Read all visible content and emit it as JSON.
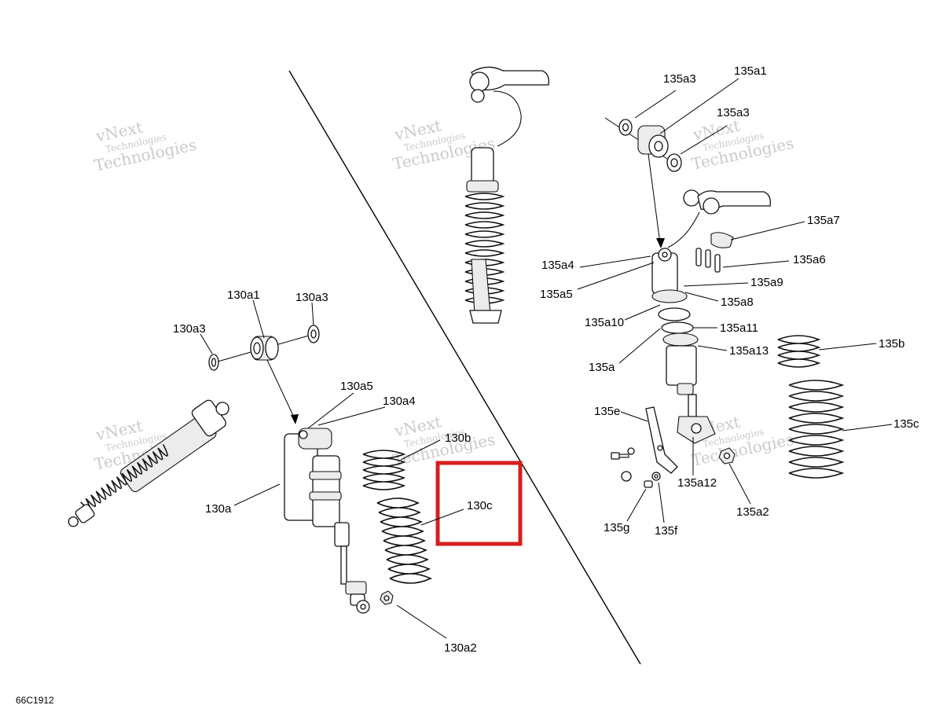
{
  "diagram": {
    "reference_code": "66C1912",
    "watermark": {
      "line1": "vNext",
      "line2": "Technologies"
    },
    "highlight_label": "130c",
    "callouts": [
      {
        "id": "130a1",
        "label": "130a1"
      },
      {
        "id": "130a3-right",
        "label": "130a3"
      },
      {
        "id": "130a3-left",
        "label": "130a3"
      },
      {
        "id": "130a5",
        "label": "130a5"
      },
      {
        "id": "130a4",
        "label": "130a4"
      },
      {
        "id": "130b",
        "label": "130b"
      },
      {
        "id": "130c",
        "label": "130c"
      },
      {
        "id": "130a",
        "label": "130a"
      },
      {
        "id": "130a2",
        "label": "130a2"
      },
      {
        "id": "135a3-top",
        "label": "135a3"
      },
      {
        "id": "135a1",
        "label": "135a1"
      },
      {
        "id": "135a3-right",
        "label": "135a3"
      },
      {
        "id": "135a7",
        "label": "135a7"
      },
      {
        "id": "135a6",
        "label": "135a6"
      },
      {
        "id": "135a4",
        "label": "135a4"
      },
      {
        "id": "135a5",
        "label": "135a5"
      },
      {
        "id": "135a9",
        "label": "135a9"
      },
      {
        "id": "135a8",
        "label": "135a8"
      },
      {
        "id": "135a10",
        "label": "135a10"
      },
      {
        "id": "135a11",
        "label": "135a11"
      },
      {
        "id": "135a13",
        "label": "135a13"
      },
      {
        "id": "135a",
        "label": "135a"
      },
      {
        "id": "135b",
        "label": "135b"
      },
      {
        "id": "135c",
        "label": "135c"
      },
      {
        "id": "135e",
        "label": "135e"
      },
      {
        "id": "135a12",
        "label": "135a12"
      },
      {
        "id": "135a2",
        "label": "135a2"
      },
      {
        "id": "135g",
        "label": "135g"
      },
      {
        "id": "135f",
        "label": "135f"
      }
    ]
  }
}
